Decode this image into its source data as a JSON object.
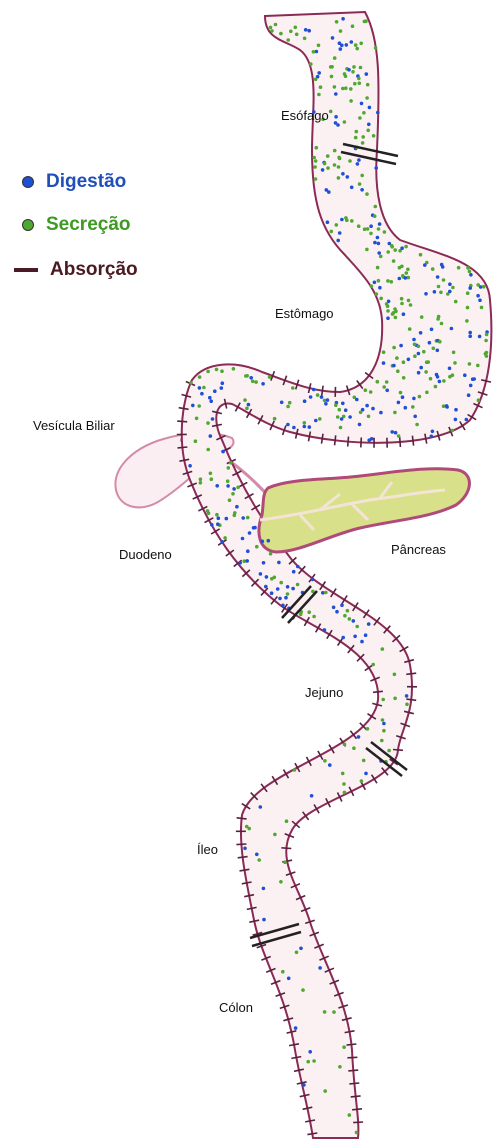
{
  "legend": {
    "digestion": {
      "label": "Digestão",
      "color": "#1f4fd6",
      "text_color": "#1f4fb8"
    },
    "secretion": {
      "label": "Secreção",
      "color": "#4fa82f",
      "text_color": "#3d9a22"
    },
    "absorption": {
      "label": "Absorção",
      "color": "#4a1a26",
      "text_color": "#4a1a20"
    }
  },
  "organs": {
    "esophagus": "Esófago",
    "stomach": "Estômago",
    "gallbladder": "Vesícula Biliar",
    "duodenum": "Duodeno",
    "pancreas": "Pâncreas",
    "jejunum": "Jejuno",
    "ileum": "Íleo",
    "colon": "Cólon"
  },
  "colors": {
    "tract_fill": "#fbf0f2",
    "tract_outline": "#8a2a55",
    "absorption_tick": "#5a2040",
    "pancreas_fill": "#d9e08a",
    "pancreas_outline": "#b04a78",
    "gallbladder_fill": "#fbeef3",
    "gallbladder_outline": "#d48aa8",
    "divider": "#222222"
  }
}
